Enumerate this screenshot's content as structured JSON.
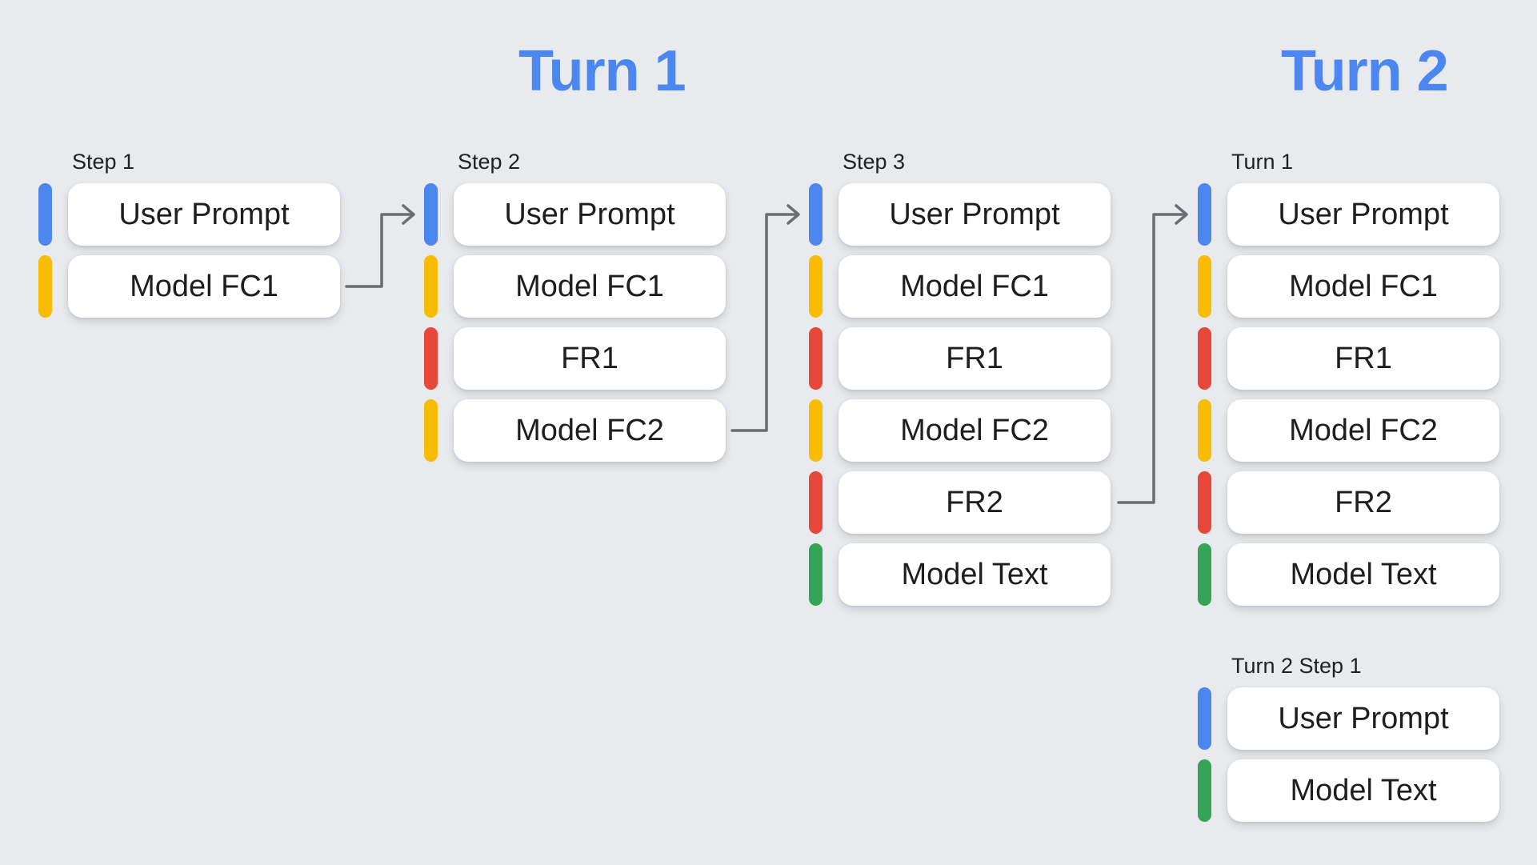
{
  "headings": {
    "turn1": "Turn 1",
    "turn2": "Turn 2"
  },
  "colors": {
    "background": "#E8EAED",
    "heading_blue": "#4C86F0",
    "user_prompt_blue": "#4C87F0",
    "model_fc_yellow": "#F9BC05",
    "function_response_red": "#E8473C",
    "model_text_green": "#35A458",
    "arrow_gray": "#6A6E72"
  },
  "columns": [
    {
      "label": "Step 1",
      "rows": [
        {
          "label": "User Prompt",
          "type": "user-prompt"
        },
        {
          "label": "Model FC1",
          "type": "model-fc"
        }
      ]
    },
    {
      "label": "Step 2",
      "rows": [
        {
          "label": "User Prompt",
          "type": "user-prompt"
        },
        {
          "label": "Model FC1",
          "type": "model-fc"
        },
        {
          "label": "FR1",
          "type": "function-response"
        },
        {
          "label": "Model FC2",
          "type": "model-fc"
        }
      ]
    },
    {
      "label": "Step 3",
      "rows": [
        {
          "label": "User Prompt",
          "type": "user-prompt"
        },
        {
          "label": "Model FC1",
          "type": "model-fc"
        },
        {
          "label": "FR1",
          "type": "function-response"
        },
        {
          "label": "Model FC2",
          "type": "model-fc"
        },
        {
          "label": "FR2",
          "type": "function-response"
        },
        {
          "label": "Model Text",
          "type": "model-text"
        }
      ]
    },
    {
      "label": "Turn 1",
      "rows": [
        {
          "label": "User Prompt",
          "type": "user-prompt"
        },
        {
          "label": "Model FC1",
          "type": "model-fc"
        },
        {
          "label": "FR1",
          "type": "function-response"
        },
        {
          "label": "Model FC2",
          "type": "model-fc"
        },
        {
          "label": "FR2",
          "type": "function-response"
        },
        {
          "label": "Model Text",
          "type": "model-text"
        }
      ]
    },
    {
      "label": "Turn 2 Step 1",
      "rows": [
        {
          "label": "User Prompt",
          "type": "user-prompt"
        },
        {
          "label": "Model Text",
          "type": "model-text"
        }
      ]
    }
  ]
}
